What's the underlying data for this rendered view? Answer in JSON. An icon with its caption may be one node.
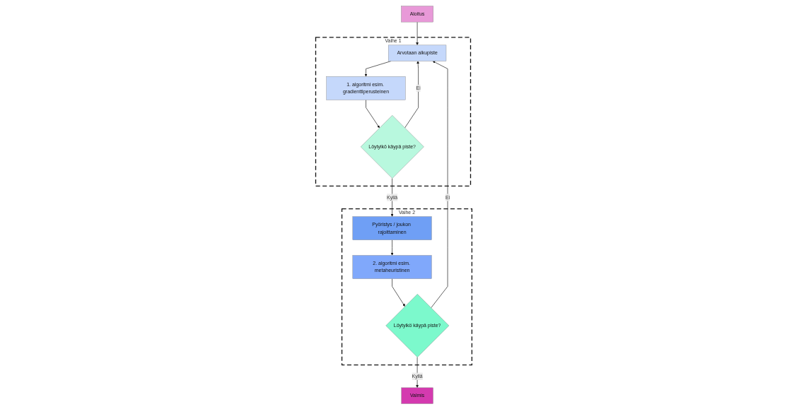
{
  "diagram": {
    "nodes": [
      {
        "text": [
          "Aloitus"
        ]
      },
      {
        "text": [
          "Vaihe 1"
        ]
      },
      {
        "text": [
          "Arvotaan alkupiste"
        ],
        "in": 1
      },
      {
        "text": [
          "1. algoritmi esim. gradienttiperusteinen"
        ],
        "in": 1
      },
      {
        "text": [
          "Löytyikö käypä piste?"
        ],
        "in": 1
      },
      {
        "text": [
          "Vaihe 2"
        ]
      },
      {
        "text": [
          "Pyöristys / joukon rajoittaminen"
        ],
        "in": 5
      },
      {
        "text": [
          "2. algoritmi esim. metaheuristinen"
        ],
        "in": 5
      },
      {
        "text": [
          "Löytyikö käypä piste?"
        ],
        "in": 5
      },
      {
        "text": [
          "Valmis"
        ]
      }
    ],
    "edges": [
      {
        "from": 0,
        "to": 2,
        "arrow": "to"
      },
      {
        "from": 2,
        "to": 3,
        "arrow": "to"
      },
      {
        "from": 3,
        "to": 4,
        "arrow": "to"
      },
      {
        "from": 4,
        "to": 2,
        "arrow": "to",
        "label": "Ei"
      },
      {
        "from": 4,
        "to": 6,
        "arrow": "to",
        "label": "Kyllä"
      },
      {
        "from": 6,
        "to": 7,
        "arrow": "to"
      },
      {
        "from": 7,
        "to": 8,
        "arrow": "to"
      },
      {
        "from": 8,
        "to": 2,
        "arrow": "to",
        "label": "Ei"
      },
      {
        "from": 8,
        "to": 9,
        "arrow": "to",
        "label": "Kyllä"
      }
    ]
  }
}
